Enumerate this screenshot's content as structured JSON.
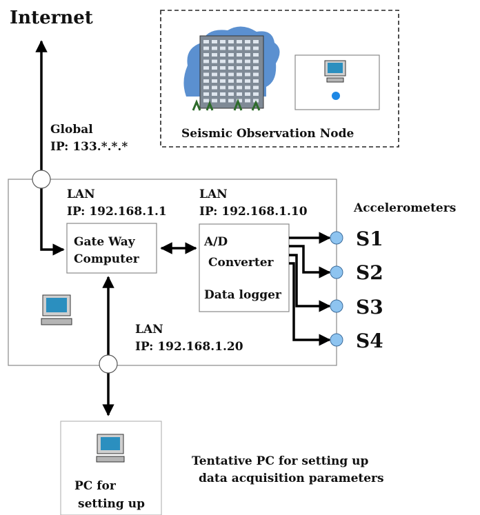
{
  "internet": {
    "label": "Internet"
  },
  "global_ip": {
    "line1": "Global",
    "line2": "IP: 133.*.*.*"
  },
  "node": {
    "caption": "Seismic Observation Node"
  },
  "lan1": {
    "line1": "LAN",
    "line2": "IP: 192.168.1.1"
  },
  "lan2": {
    "line1": "LAN",
    "line2": "IP: 192.168.1.10"
  },
  "lan3": {
    "line1": "LAN",
    "line2": "IP: 192.168.1.20"
  },
  "gateway": {
    "line1": "Gate Way",
    "line2": "Computer"
  },
  "converter": {
    "line1": "A/D",
    "line2": "Converter",
    "line3": "Data logger"
  },
  "accelerometers": {
    "title": "Accelerometers",
    "items": [
      "S1",
      "S2",
      "S3",
      "S4"
    ]
  },
  "setup_pc": {
    "line1": "PC for",
    "line2": "setting up"
  },
  "tentative": {
    "line1": "Tentative PC for setting up",
    "line2": "data acquisition parameters"
  },
  "colors": {
    "sensor_fill": "#8ec4f0",
    "sky": "#5b90d0",
    "building": "#7f8a96",
    "monitor_screen": "#2b8fbf",
    "dot": "#1e88e5"
  }
}
